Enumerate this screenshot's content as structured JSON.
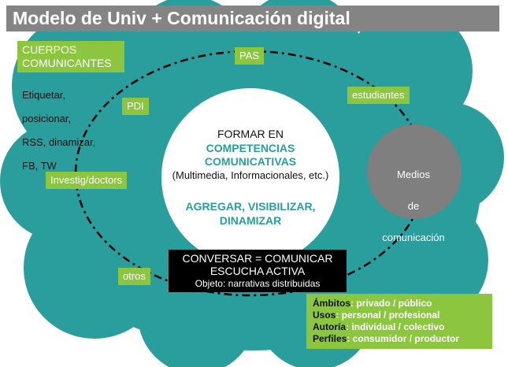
{
  "title": "Modelo de Univ + Comunicación digital",
  "colors": {
    "cloud": "#2a9d9d",
    "green": "#8cc63f",
    "teal_text": "#2a9d9d",
    "grey": "#7f7f7f",
    "title_bg": "#848484"
  },
  "cuerpos": {
    "heading": "CUERPOS COMUNICANTES",
    "items": [
      "Etiquetar,",
      "posicionar,",
      "RSS, dinamizar,",
      "FB, TW"
    ]
  },
  "tags": {
    "pas": "PAS",
    "estudiantes": "estudiantes",
    "pdi": "PDI",
    "investig": "Investig/doctors",
    "otros": "otros"
  },
  "center": {
    "line1": "FORMAR EN",
    "line2": "COMPETENCIAS",
    "line3": "COMUNICATIVAS",
    "line4": "(Multimedia, Informacionales, etc.)",
    "line5": "AGREGAR, VISIBILIZAR,",
    "line6": "DINAMIZAR"
  },
  "medios": {
    "label": "Medios de comunicación",
    "lines": [
      "Medios",
      "de",
      "comunicación"
    ]
  },
  "conversar": {
    "line1": "CONVERSAR = COMUNICAR",
    "line2": "ESCUCHA ACTIVA",
    "line3": "Objeto: narrativas distribuidas"
  },
  "ambitos": [
    {
      "key": "Ámbitos",
      "value": ": privado / público"
    },
    {
      "key": "Usos",
      "value": ": personal / profesional"
    },
    {
      "key": "Autoría",
      "value": ": individual / colectivo"
    },
    {
      "key": "Perfiles",
      "value": ": consumidor / productor"
    }
  ]
}
